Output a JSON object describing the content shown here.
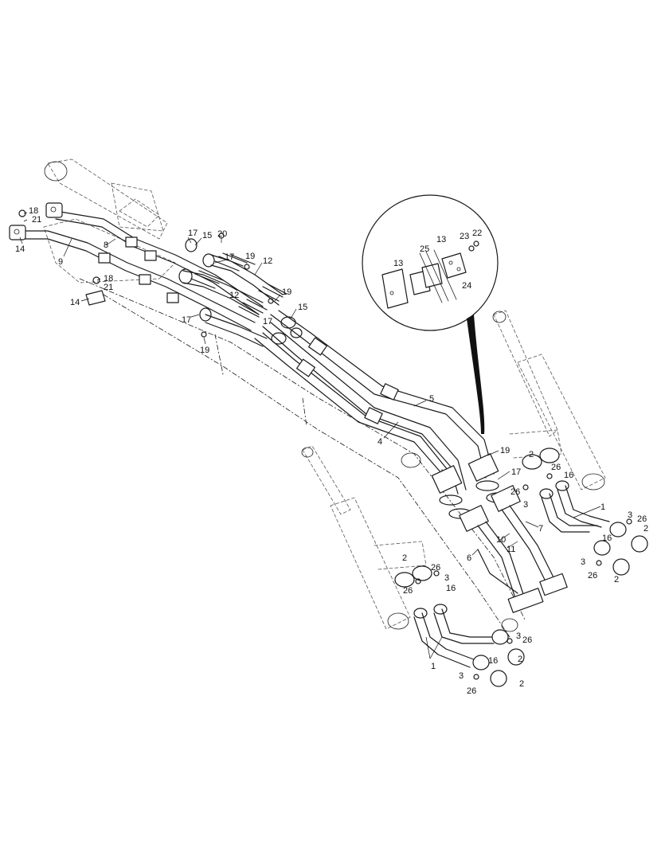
{
  "diagram": {
    "callouts": [
      {
        "id": "c18a",
        "text": "18"
      },
      {
        "id": "c21a",
        "text": "21"
      },
      {
        "id": "c14a",
        "text": "14"
      },
      {
        "id": "c9",
        "text": "9"
      },
      {
        "id": "c8",
        "text": "8"
      },
      {
        "id": "c18b",
        "text": "18"
      },
      {
        "id": "c21b",
        "text": "21"
      },
      {
        "id": "c14b",
        "text": "14"
      },
      {
        "id": "c17a",
        "text": "17"
      },
      {
        "id": "c15a",
        "text": "15"
      },
      {
        "id": "c20",
        "text": "20"
      },
      {
        "id": "c17b",
        "text": "17"
      },
      {
        "id": "c19a",
        "text": "19"
      },
      {
        "id": "c12a",
        "text": "12"
      },
      {
        "id": "c19b",
        "text": "19"
      },
      {
        "id": "c12b",
        "text": "12"
      },
      {
        "id": "c17c",
        "text": "17"
      },
      {
        "id": "c15b",
        "text": "15"
      },
      {
        "id": "c17d",
        "text": "17"
      },
      {
        "id": "c19c",
        "text": "19"
      },
      {
        "id": "c13a",
        "text": "13"
      },
      {
        "id": "c25",
        "text": "25"
      },
      {
        "id": "c13b",
        "text": "13"
      },
      {
        "id": "c23",
        "text": "23"
      },
      {
        "id": "c22",
        "text": "22"
      },
      {
        "id": "c24",
        "text": "24"
      },
      {
        "id": "c5",
        "text": "5"
      },
      {
        "id": "c4",
        "text": "4"
      },
      {
        "id": "c19d",
        "text": "19"
      },
      {
        "id": "c17e",
        "text": "17"
      },
      {
        "id": "c26a",
        "text": "26"
      },
      {
        "id": "c3a",
        "text": "3"
      },
      {
        "id": "c2a",
        "text": "2"
      },
      {
        "id": "c26b",
        "text": "26"
      },
      {
        "id": "c16a",
        "text": "16"
      },
      {
        "id": "c1a",
        "text": "1"
      },
      {
        "id": "c7",
        "text": "7"
      },
      {
        "id": "c10",
        "text": "10"
      },
      {
        "id": "c11",
        "text": "11"
      },
      {
        "id": "c6",
        "text": "6"
      },
      {
        "id": "c3b",
        "text": "3"
      },
      {
        "id": "c26c",
        "text": "26"
      },
      {
        "id": "c2b",
        "text": "2"
      },
      {
        "id": "c16b",
        "text": "16"
      },
      {
        "id": "c3c",
        "text": "3"
      },
      {
        "id": "c26d",
        "text": "26"
      },
      {
        "id": "c2c",
        "text": "2"
      },
      {
        "id": "c2d",
        "text": "2"
      },
      {
        "id": "c26e",
        "text": "26"
      },
      {
        "id": "c3d",
        "text": "3"
      },
      {
        "id": "c26f",
        "text": "26"
      },
      {
        "id": "c16c",
        "text": "16"
      },
      {
        "id": "c3e",
        "text": "3"
      },
      {
        "id": "c26g",
        "text": "26"
      },
      {
        "id": "c1b",
        "text": "1"
      },
      {
        "id": "c16d",
        "text": "16"
      },
      {
        "id": "c2e",
        "text": "2"
      },
      {
        "id": "c3f",
        "text": "3"
      },
      {
        "id": "c26h",
        "text": "26"
      },
      {
        "id": "c2f",
        "text": "2"
      }
    ]
  }
}
